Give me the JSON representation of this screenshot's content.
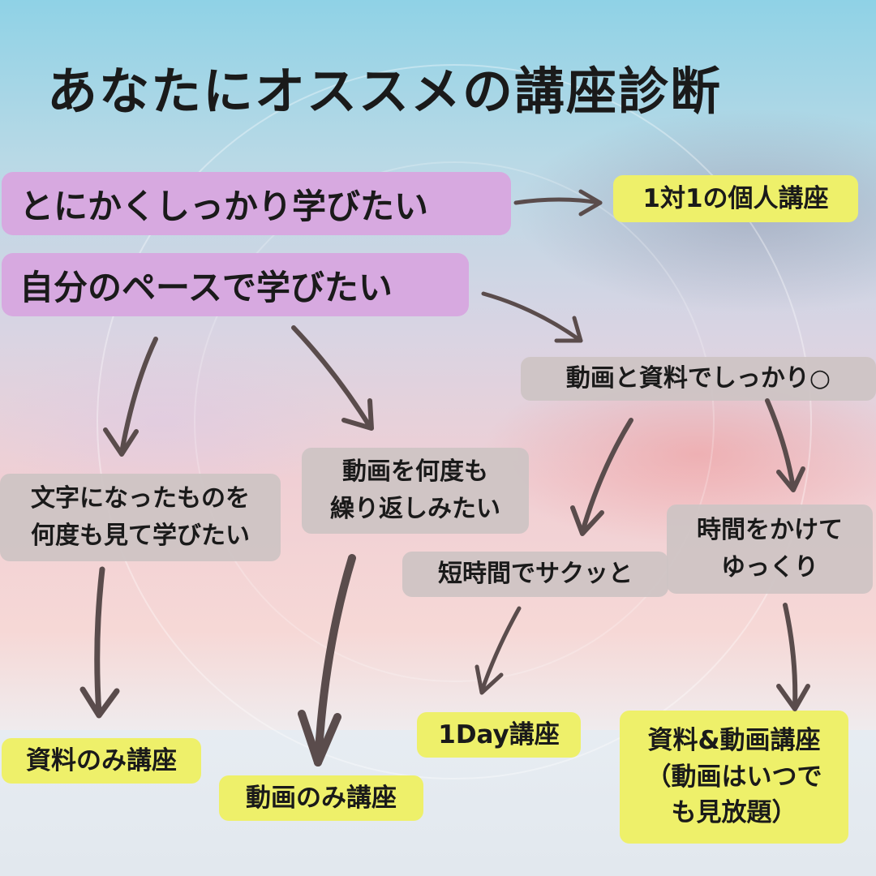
{
  "title": "あなたにオススメの講座診断",
  "start": {
    "thorough": "とにかくしっかり学びたい",
    "own_pace": "自分のペースで学びたい"
  },
  "questions": {
    "text": "文字になったものを\n何度も見て学びたい",
    "video_repeat": "動画を何度も\n繰り返しみたい",
    "video_docs": "動画と資料でしっかり○",
    "short": "短時間でサクッと",
    "slow": "時間をかけて\nゆっくり"
  },
  "results": {
    "personal": "1対1の個人講座",
    "docs_only": "資料のみ講座",
    "video_only": "動画のみ講座",
    "one_day": "1Day講座",
    "docs_video": "資料&動画講座\n（動画はいつで\nも見放題）"
  },
  "colors": {
    "start_box": "#d7a9e0",
    "question_box": "#cdc4c4",
    "result_box": "#eef06a",
    "arrow": "#5a4c4c"
  }
}
